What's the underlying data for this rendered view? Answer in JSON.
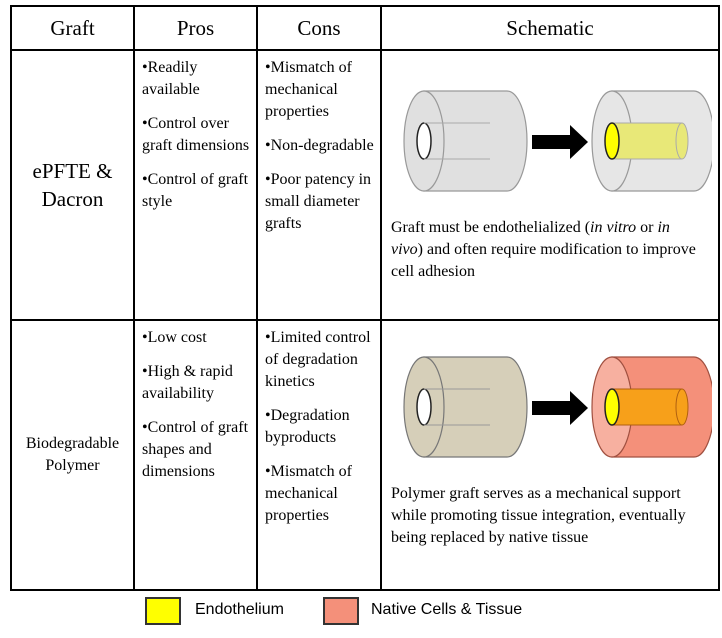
{
  "headers": [
    "Graft",
    "Pros",
    "Cons",
    "Schematic"
  ],
  "rows": [
    {
      "graft": "ePFTE & Dacron",
      "pros": [
        "•Readily available",
        "•Control over graft dimensions",
        "•Control of graft style"
      ],
      "cons": [
        "•Mismatch of mechanical properties",
        "•Non-degradable",
        "•Poor patency in small diameter grafts"
      ],
      "caption": {
        "a": "Graft must  be endothelialized (",
        "i1": "in vitro",
        "b": " or ",
        "i2": "in vivo",
        "c": ") and often require modification to improve cell adhesion"
      }
    },
    {
      "graft": "Biodegradable Polymer",
      "pros": [
        "•Low cost",
        "•High & rapid availability",
        "•Control of graft shapes and dimensions"
      ],
      "cons": [
        "•Limited control of degradation kinetics",
        "•Degradation byproducts",
        "•Mismatch of mechanical properties"
      ],
      "caption": {
        "a": "Polymer graft serves as a mechanical support while promoting tissue integration, eventually being replaced by native tissue"
      }
    }
  ],
  "legend": [
    {
      "label": "Endothelium",
      "color": "#ffff00"
    },
    {
      "label": "Native Cells & Tissue",
      "color": "#f4907a"
    }
  ],
  "colors": {
    "graft1_shell": "#e0e0e0",
    "graft2_shell": "#d6cfb9",
    "endothelium_fill": "#e8e878",
    "native_shell": "#f4907a",
    "native_core": "#f7a01a",
    "arrow": "#000000"
  }
}
